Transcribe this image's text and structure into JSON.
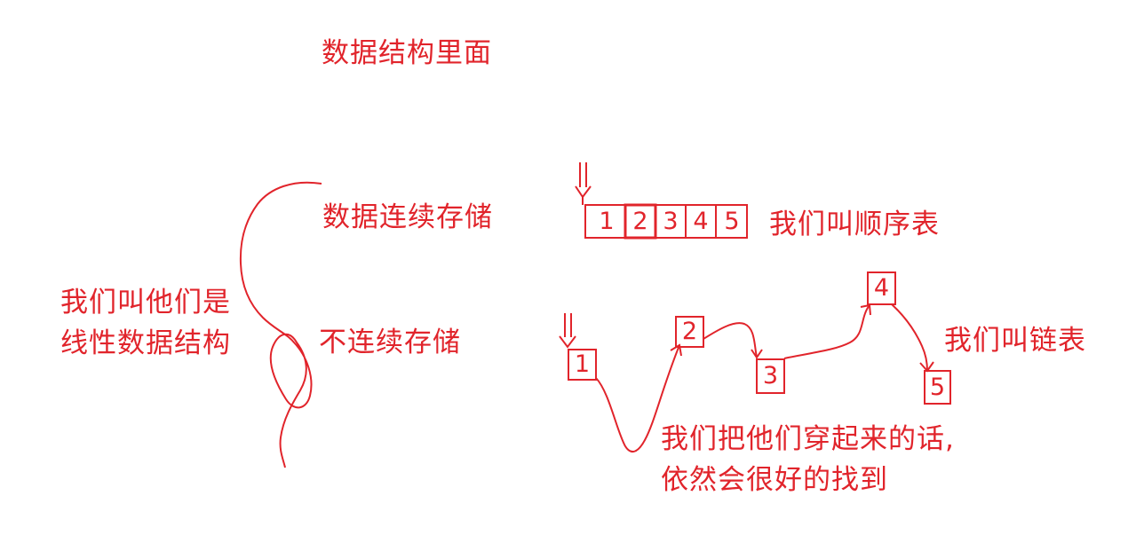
{
  "texts": {
    "title": "数据结构里面",
    "contiguous": "数据连续存储",
    "linear_line1": "我们叫他们是",
    "linear_line2": "线性数据结构",
    "noncontiguous": "不连续存储",
    "sequence_label": "我们叫顺序表",
    "linked_label": "我们叫链表",
    "thread_line1": "我们把他们穿起来的话,",
    "thread_line2": "依然会很好的找到"
  },
  "sequence": {
    "cells": [
      "1",
      "2",
      "3",
      "4",
      "5"
    ]
  },
  "linked_list": {
    "nodes": [
      "1",
      "2",
      "3",
      "4",
      "5"
    ]
  },
  "colors": {
    "ink": "#e1242b",
    "background": "#ffffff"
  }
}
